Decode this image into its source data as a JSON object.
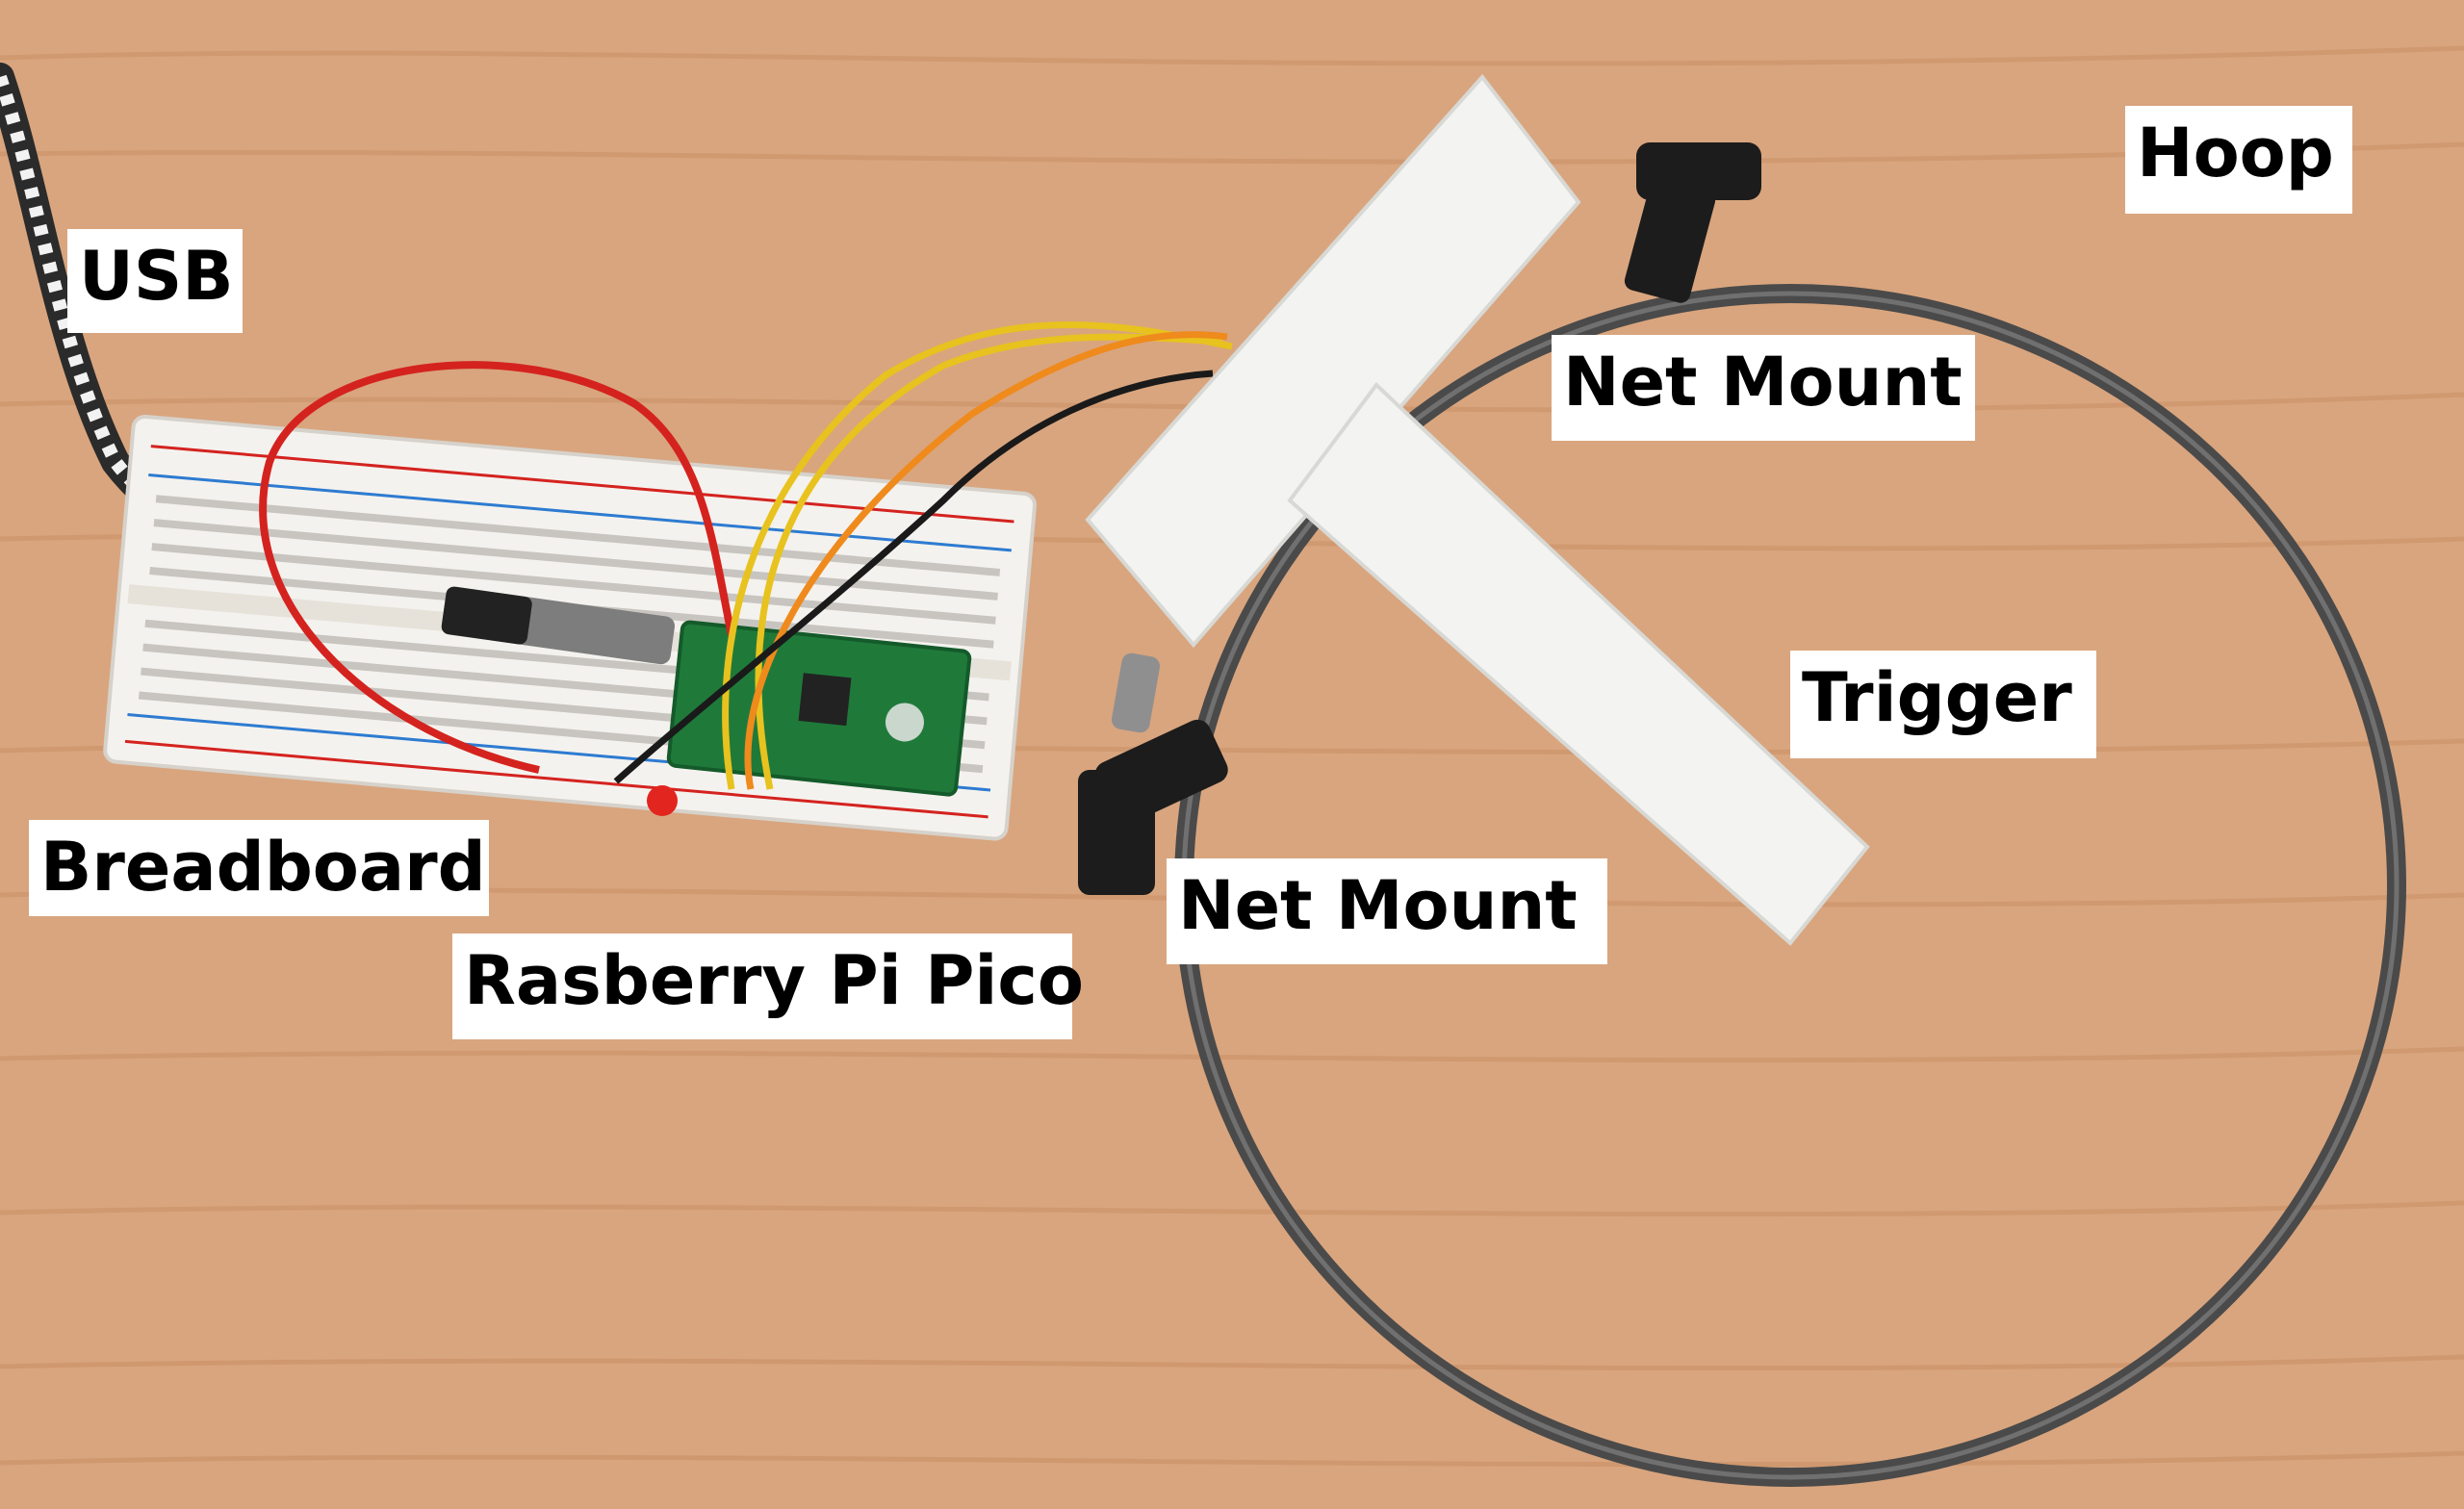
{
  "labels": {
    "usb": "USB",
    "hoop": "Hoop",
    "net_mount_top": "Net Mount",
    "trigger": "Trigger",
    "breadboard": "Breadboard",
    "net_mount_bottom": "Net Mount",
    "pico": "Rasberry Pi Pico"
  },
  "colors": {
    "wood": "#d9a57e",
    "wood_grain": "#c98f64",
    "board": "#f4f2ee",
    "pico_green": "#1f7a3a",
    "wire_red": "#d4231f",
    "wire_yellow": "#e8c21e",
    "wire_orange": "#ef8a1c",
    "wire_black": "#1a1a1a",
    "hoop_steel": "#4a4a4a",
    "mount_black": "#1c1c1c",
    "trigger_white": "#f3f3f1"
  }
}
